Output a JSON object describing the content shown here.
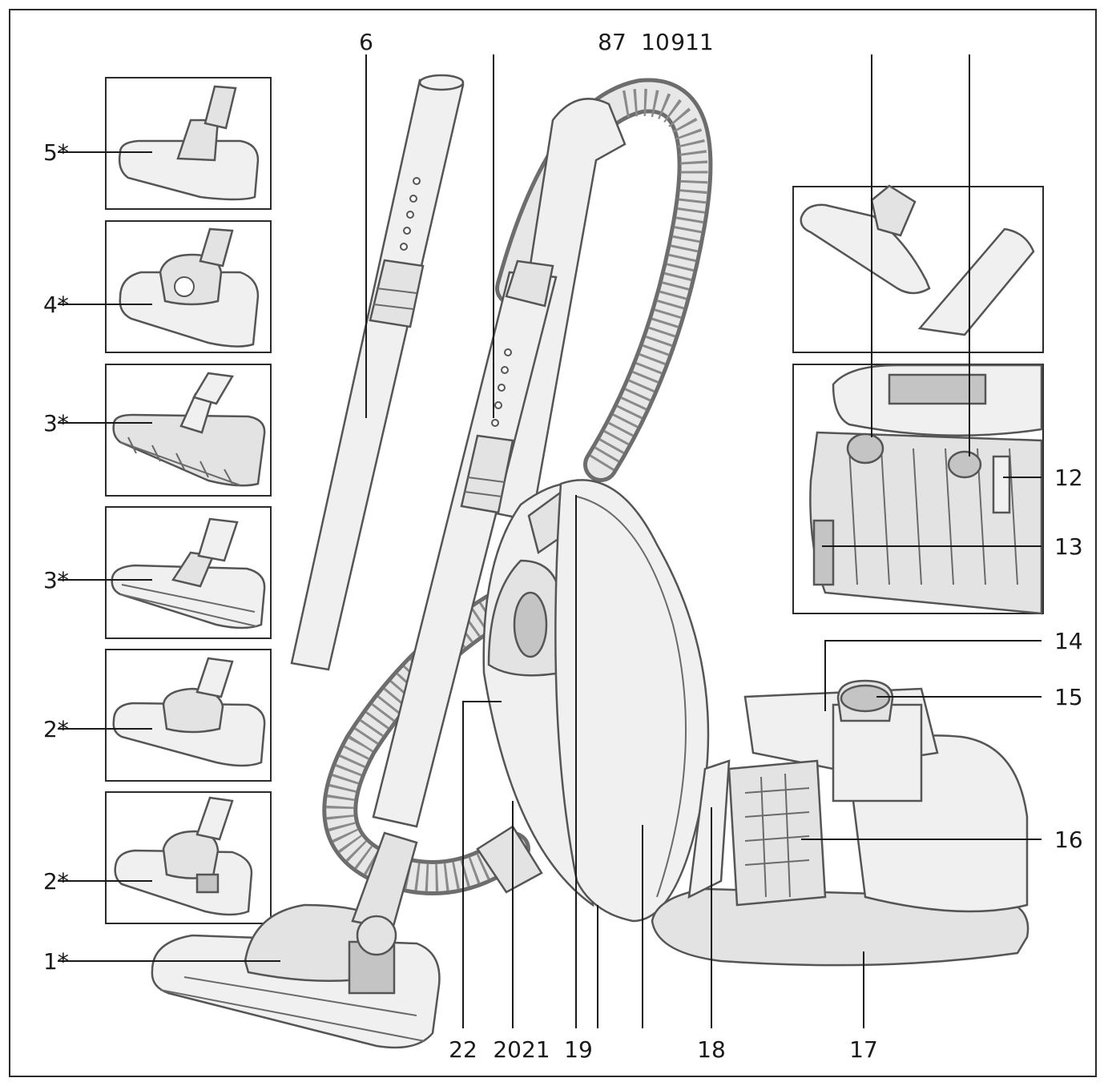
{
  "diagram": {
    "labels": [
      "6",
      "87",
      "10",
      "911",
      "5*",
      "4*",
      "3*",
      "3*",
      "2*",
      "2*",
      "1*",
      "12",
      "13",
      "14",
      "15",
      "16",
      "22",
      "2021",
      "19",
      "18",
      "17"
    ]
  }
}
